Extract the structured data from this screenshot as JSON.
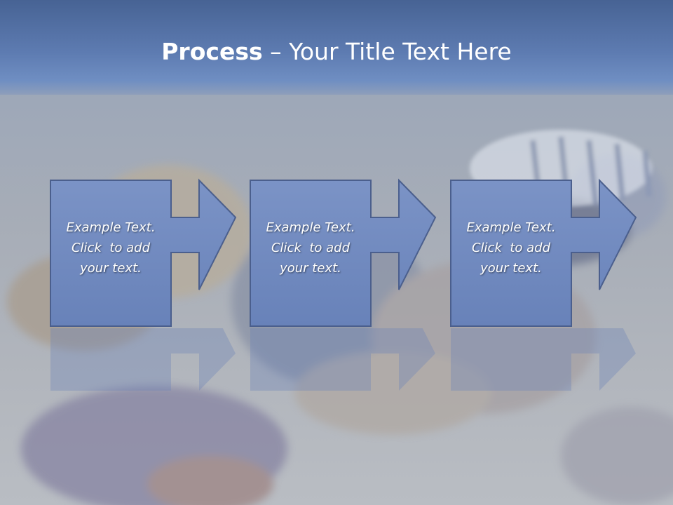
{
  "slide": {
    "title_bold": "Process",
    "title_rest": " – Your Title Text Here",
    "steps": [
      {
        "line1": "Example Text.",
        "line2": "Click  to add",
        "line3": "your text."
      },
      {
        "line1": "Example Text.",
        "line2": "Click  to add",
        "line3": "your text."
      },
      {
        "line1": "Example Text.",
        "line2": "Click  to add",
        "line3": "your text."
      }
    ]
  },
  "colors": {
    "title_bar": "#5d7bb1",
    "shape_fill": "#7089bf",
    "shape_border": "#4a5f8c",
    "text": "#ffffff"
  }
}
